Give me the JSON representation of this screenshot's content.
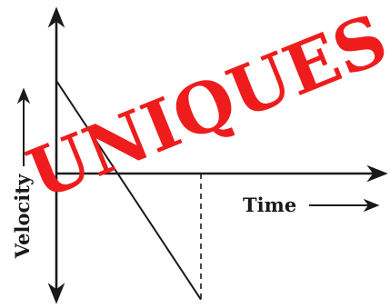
{
  "chart_data": {
    "type": "line",
    "xlabel": "Time",
    "ylabel": "Velocity",
    "grid": false,
    "legend": "none",
    "series": [
      {
        "x": [
          0,
          10
        ],
        "values": [
          7,
          -9.5
        ]
      }
    ],
    "xlim": [
      0,
      22
    ],
    "ylim": [
      -10,
      12
    ],
    "annotations": [
      {
        "type": "dashed-vertical",
        "x": 10,
        "y_from": 0,
        "y_to": -9.5
      }
    ],
    "colors": {
      "line": "#1a1a1a",
      "axes": "#1a1a1a",
      "watermark": "#ee1c1c"
    }
  },
  "watermark": {
    "text": "UNIQUES"
  }
}
